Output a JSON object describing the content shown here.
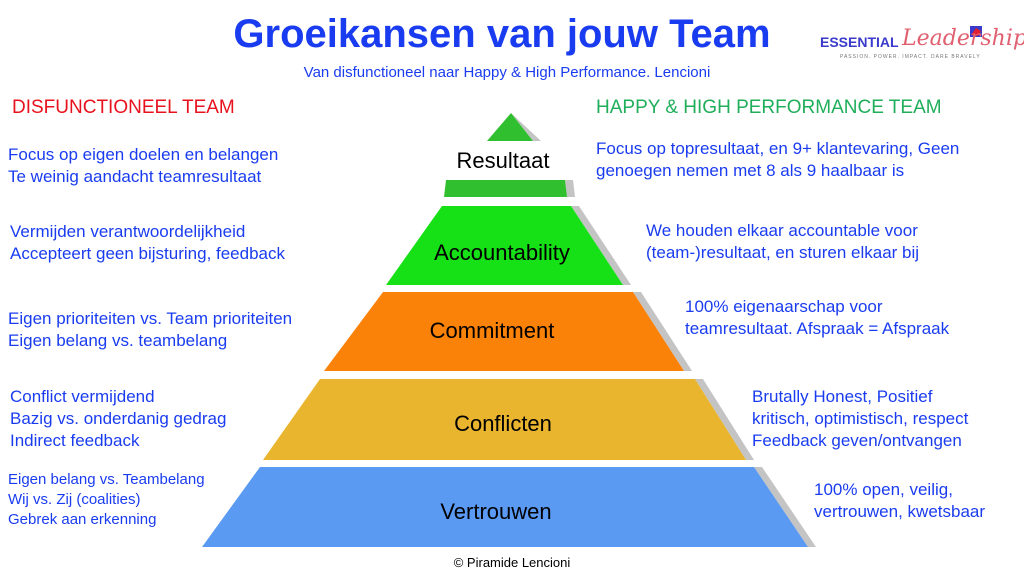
{
  "title": "Groeikansen van jouw Team",
  "subtitle": "Van disfunctioneel naar Happy & High Performance. Lencioni",
  "logo": {
    "brand1": "ESSENTIAL",
    "brand2": "Leadership",
    "tagline": "PASSION. POWER. IMPACT. DARE BRAVELY"
  },
  "left_heading": "DISFUNCTIONEEL TEAM",
  "right_heading": "HAPPY & HIGH PERFORMANCE TEAM",
  "levels": [
    {
      "name": "Resultaat",
      "color": "#2fbf2f",
      "left": [
        "Focus op eigen doelen en belangen",
        "Te weinig aandacht teamresultaat"
      ],
      "right": [
        "Focus op topresultaat, en 9+ klantevaring, Geen",
        "genoegen nemen met 8 als 9 haalbaar is"
      ]
    },
    {
      "name": "Accountability",
      "color": "#16e016",
      "left": [
        "Vermijden verantwoordelijkheid",
        "Accepteert geen bijsturing, feedback"
      ],
      "right": [
        "We houden elkaar accountable voor",
        "(team-)resultaat, en sturen elkaar bij"
      ]
    },
    {
      "name": "Commitment",
      "color": "#fb8208",
      "left": [
        "Eigen prioriteiten vs. Team prioriteiten",
        "Eigen belang vs. teambelang"
      ],
      "right": [
        "100% eigenaarschap voor",
        "teamresultaat. Afspraak = Afspraak"
      ]
    },
    {
      "name": "Conflicten",
      "color": "#eab52e",
      "left": [
        "Conflict vermijdend",
        "Bazig vs. onderdanig gedrag",
        "Indirect feedback"
      ],
      "right": [
        "Brutally Honest, Positief",
        "kritisch, optimistisch, respect",
        "Feedback geven/ontvangen"
      ]
    },
    {
      "name": "Vertrouwen",
      "color": "#5a9af2",
      "left": [
        "Eigen belang vs. Teambelang",
        "Wij vs. Zij (coalities)",
        "Gebrek aan erkenning"
      ],
      "right": [
        "100% open, veilig,",
        "vertrouwen, kwetsbaar"
      ]
    }
  ],
  "copyright": "© Piramide Lencioni"
}
